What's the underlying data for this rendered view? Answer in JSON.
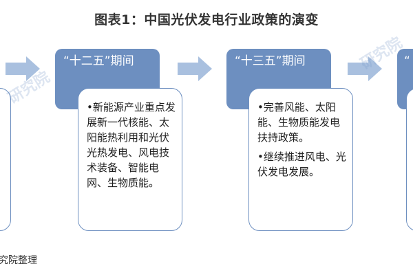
{
  "title": "图表1：中国光伏发电行业政策的演变",
  "stages": [
    {
      "heading": "“十二五”期间",
      "items": [
        "•新能源产业重点发展新一代核能、太阳能热利用和光伏光热发电、风电技术装备、智能电网、生物质能。"
      ]
    },
    {
      "heading": "“十三五”期间",
      "items": [
        "•完善风能、太阳能、生物质能发电扶持政策。",
        "•继续推进风电、光伏发电发展。"
      ]
    },
    {
      "heading": "“"
    }
  ],
  "source": "究院整理",
  "watermark": "研究院"
}
